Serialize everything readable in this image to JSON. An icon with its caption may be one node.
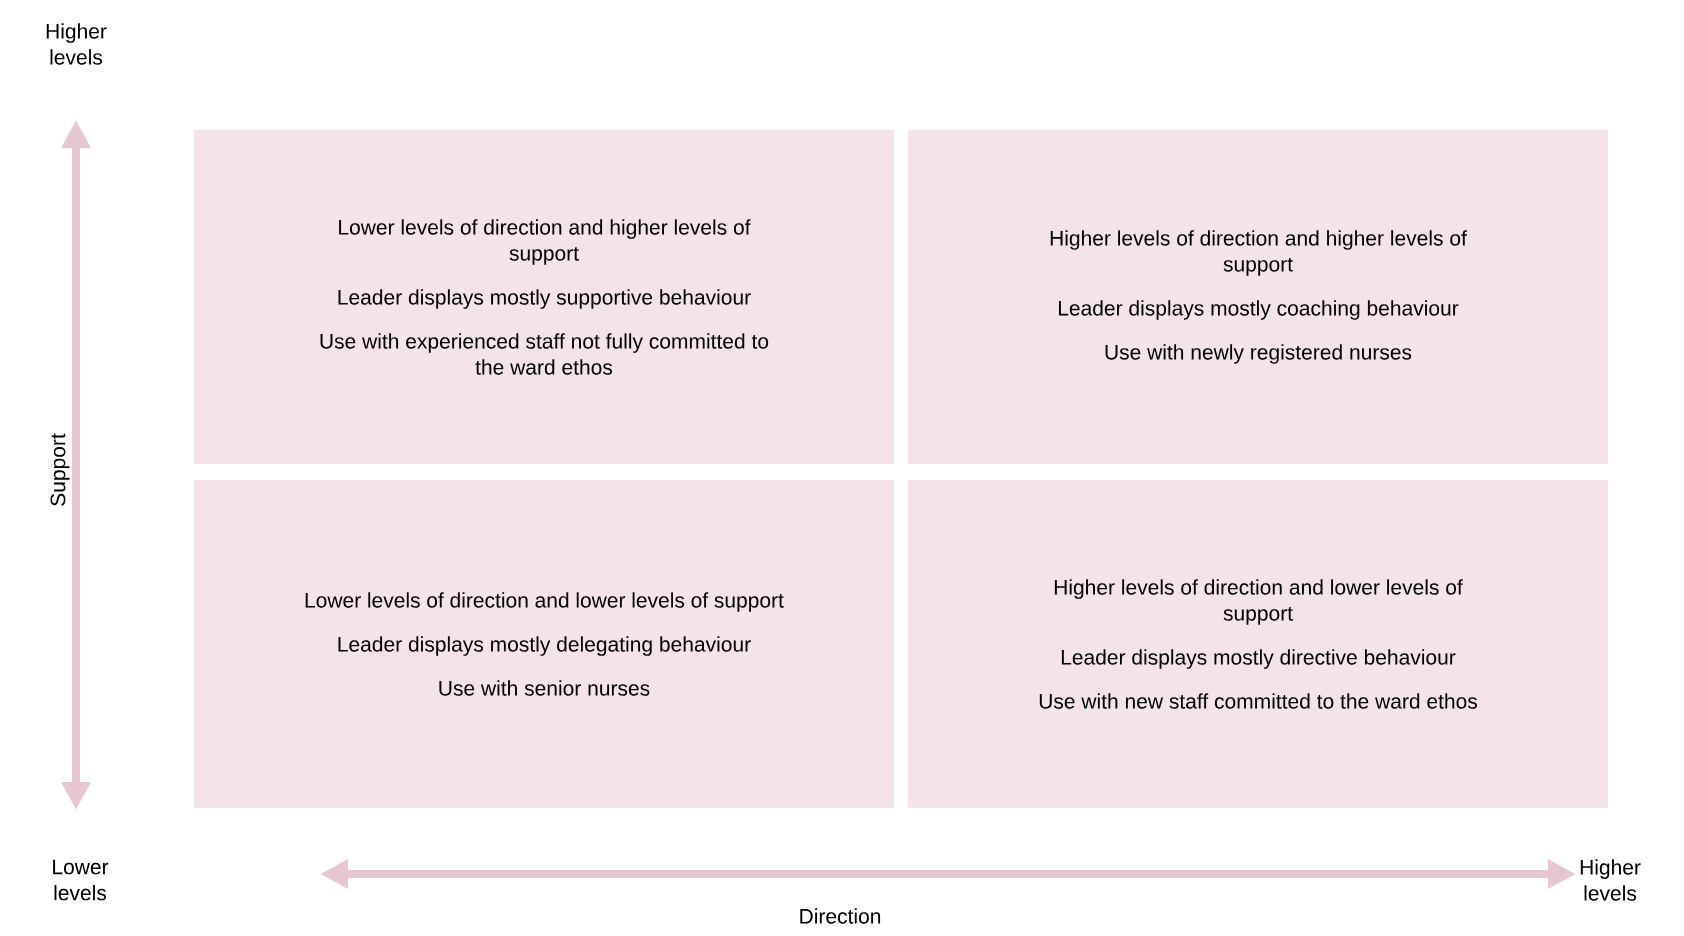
{
  "diagram": {
    "nodes": [
      {
        "text": [
          "Lower levels of direction and higher levels of support",
          "Leader displays mostly supportive behaviour",
          "Use with experienced staff not fully committed to the ward ethos"
        ]
      },
      {
        "text": [
          "Higher levels of direction and higher levels of support",
          "Leader displays mostly coaching behaviour",
          "Use with newly registered nurses"
        ]
      },
      {
        "text": [
          "Lower levels of direction and lower levels of support",
          "Leader displays mostly delegating behaviour",
          "Use with senior nurses"
        ]
      },
      {
        "text": [
          "Higher levels of direction and lower levels of support",
          "Leader displays mostly directive behaviour",
          "Use with new staff committed to the ward ethos"
        ]
      }
    ],
    "edges": [],
    "labels": [
      "Higher levels",
      "Support",
      "Lower levels",
      "Higher levels",
      "Direction"
    ]
  }
}
